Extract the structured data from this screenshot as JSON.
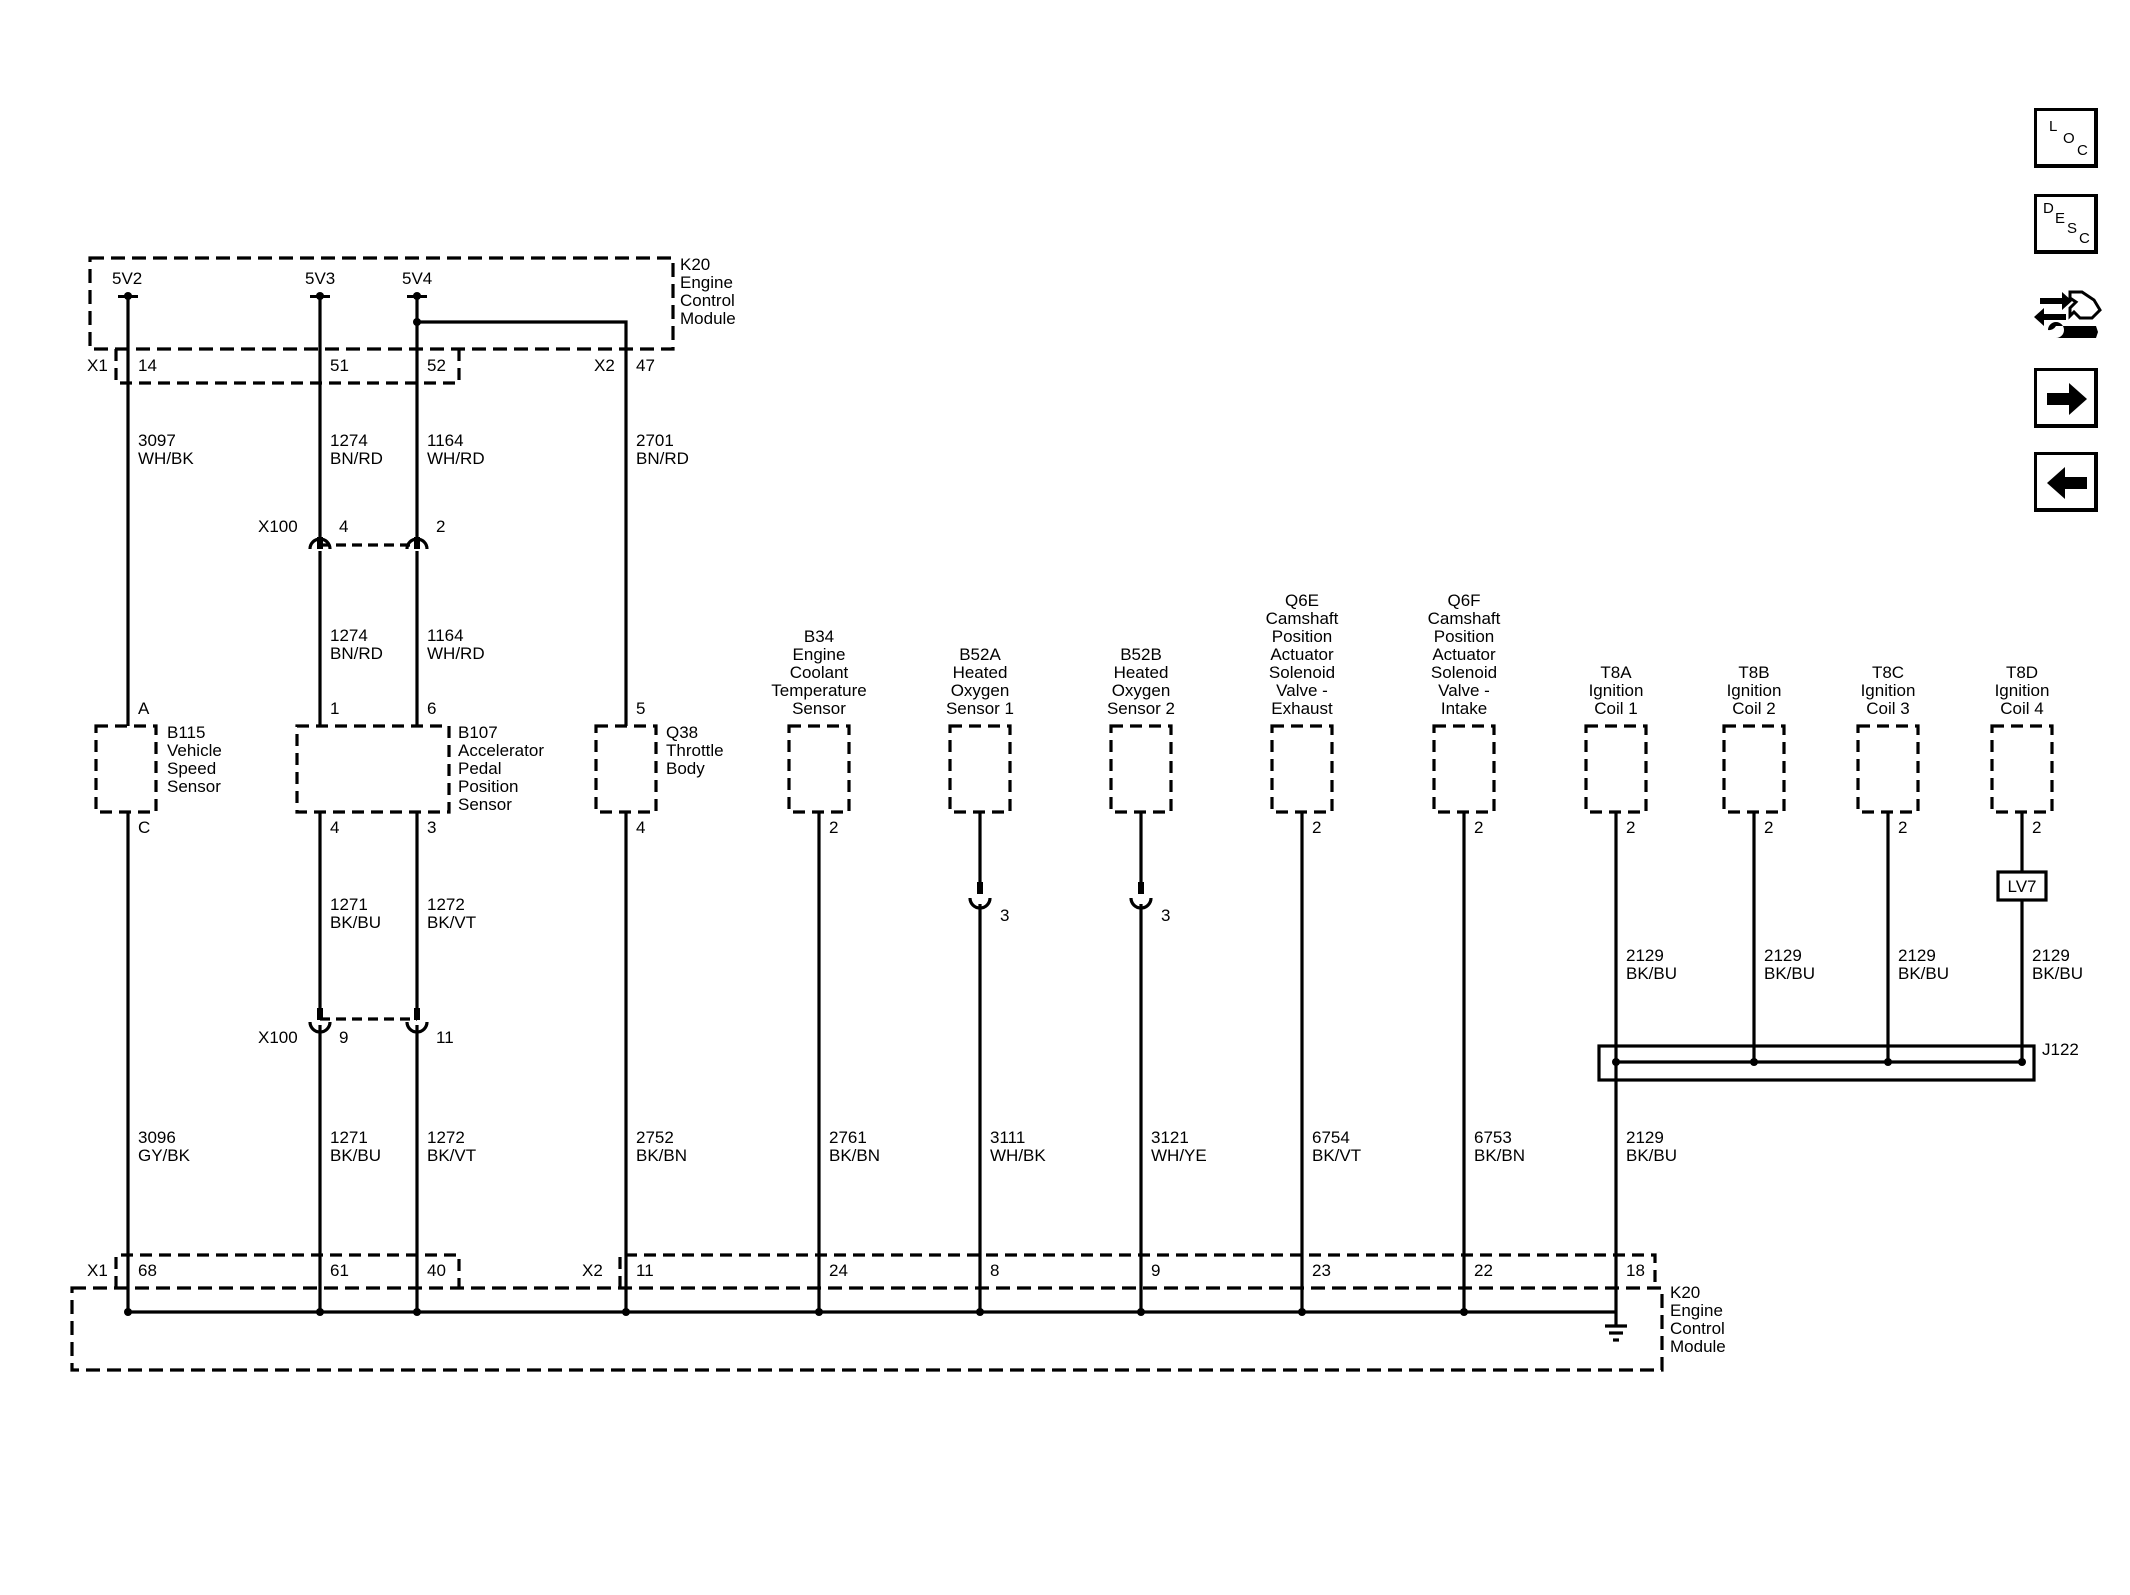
{
  "nav": {
    "loc": {
      "letters": [
        "L",
        "O",
        "C"
      ]
    },
    "desc": {
      "letters": [
        "D",
        "E",
        "S",
        "C"
      ]
    },
    "icons": [
      "loc-icon",
      "desc-icon",
      "connector-wrench-icon",
      "arrow-right-icon",
      "arrow-left-icon"
    ]
  },
  "module": {
    "name_top": [
      "K20",
      "Engine",
      "Control",
      "Module"
    ],
    "name_bottom": [
      "K20",
      "Engine",
      "Control",
      "Module"
    ],
    "refs": {
      "top": [
        "5V2",
        "5V3",
        "5V4"
      ]
    },
    "connectors_top": {
      "x1": "X1",
      "x2": "X2",
      "pins": [
        "14",
        "51",
        "52",
        "47"
      ]
    },
    "connectors_bottom": {
      "x1": "X1",
      "x2": "X2",
      "pins": [
        "68",
        "61",
        "40",
        "11",
        "24",
        "8",
        "9",
        "23",
        "22",
        "18"
      ]
    }
  },
  "inline_connector": {
    "name_top": "X100",
    "pins_top": [
      "4",
      "2"
    ],
    "name_bottom": "X100",
    "pins_bottom": [
      "9",
      "11"
    ]
  },
  "components": [
    {
      "id": "b115",
      "lines": [
        "B115",
        "Vehicle",
        "Speed",
        "Sensor"
      ],
      "pin_top": "A",
      "pin_bottom": "C"
    },
    {
      "id": "b107",
      "lines": [
        "B107",
        "Accelerator",
        "Pedal",
        "Position",
        "Sensor"
      ],
      "pins_top": [
        "1",
        "6"
      ],
      "pins_bottom": [
        "4",
        "3"
      ]
    },
    {
      "id": "q38",
      "lines": [
        "Q38",
        "Throttle",
        "Body"
      ],
      "pin_top": "5",
      "pin_bottom": "4"
    },
    {
      "id": "b34",
      "lines": [
        "B34",
        "Engine",
        "Coolant",
        "Temperature",
        "Sensor"
      ],
      "pin_bottom": "2"
    },
    {
      "id": "b52a",
      "lines": [
        "B52A",
        "Heated",
        "Oxygen",
        "Sensor 1"
      ],
      "pin_bottom": "3"
    },
    {
      "id": "b52b",
      "lines": [
        "B52B",
        "Heated",
        "Oxygen",
        "Sensor 2"
      ],
      "pin_bottom": "3"
    },
    {
      "id": "q6e",
      "lines": [
        "Q6E",
        "Camshaft",
        "Position",
        "Actuator",
        "Solenoid",
        "Valve -",
        "Exhaust"
      ],
      "pin_bottom": "2"
    },
    {
      "id": "q6f",
      "lines": [
        "Q6F",
        "Camshaft",
        "Position",
        "Actuator",
        "Solenoid",
        "Valve -",
        "Intake"
      ],
      "pin_bottom": "2"
    },
    {
      "id": "t8a",
      "lines": [
        "T8A",
        "Ignition",
        "Coil 1"
      ],
      "pin_bottom": "2"
    },
    {
      "id": "t8b",
      "lines": [
        "T8B",
        "Ignition",
        "Coil 2"
      ],
      "pin_bottom": "2"
    },
    {
      "id": "t8c",
      "lines": [
        "T8C",
        "Ignition",
        "Coil 3"
      ],
      "pin_bottom": "2"
    },
    {
      "id": "t8d",
      "lines": [
        "T8D",
        "Ignition",
        "Coil 4"
      ],
      "pin_bottom": "2"
    }
  ],
  "wires": {
    "w3097": [
      "3097",
      "WH/BK"
    ],
    "w1274a": [
      "1274",
      "BN/RD"
    ],
    "w1164a": [
      "1164",
      "WH/RD"
    ],
    "w2701": [
      "2701",
      "BN/RD"
    ],
    "w1274b": [
      "1274",
      "BN/RD"
    ],
    "w1164b": [
      "1164",
      "WH/RD"
    ],
    "w1271a": [
      "1271",
      "BK/BU"
    ],
    "w1272a": [
      "1272",
      "BK/VT"
    ],
    "w3096": [
      "3096",
      "GY/BK"
    ],
    "w1271b": [
      "1271",
      "BK/BU"
    ],
    "w1272b": [
      "1272",
      "BK/VT"
    ],
    "w2752": [
      "2752",
      "BK/BN"
    ],
    "w2761": [
      "2761",
      "BK/BN"
    ],
    "w3111": [
      "3111",
      "WH/BK"
    ],
    "w3121": [
      "3121",
      "WH/YE"
    ],
    "w6754": [
      "6754",
      "BK/VT"
    ],
    "w6753": [
      "6753",
      "BK/BN"
    ],
    "w2129a": [
      "2129",
      "BK/BU"
    ],
    "w2129b": [
      "2129",
      "BK/BU"
    ],
    "w2129c": [
      "2129",
      "BK/BU"
    ],
    "w2129d": [
      "2129",
      "BK/BU"
    ],
    "w2129e": [
      "2129",
      "BK/BU"
    ]
  },
  "misc": {
    "o2_pin_a": "3",
    "o2_pin_b": "3",
    "lv7": "LV7",
    "splice": "J122"
  }
}
